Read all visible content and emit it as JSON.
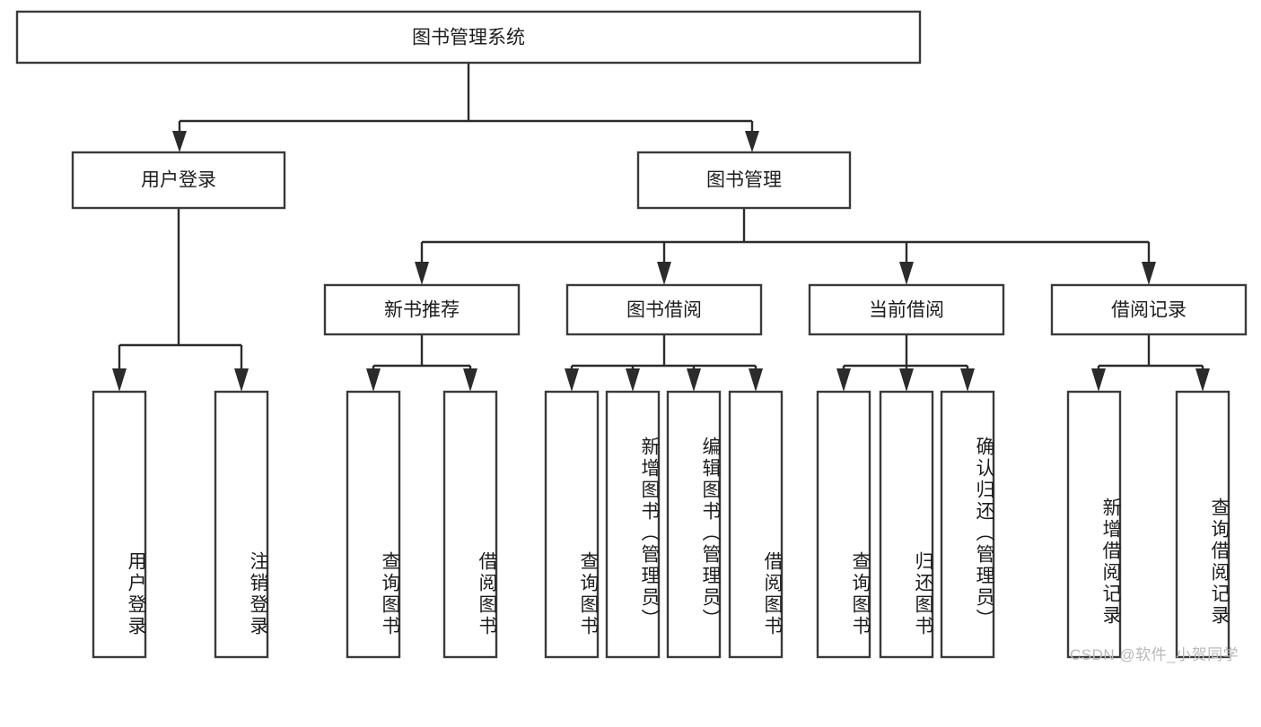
{
  "diagram": {
    "type": "tree-hierarchy",
    "title": "图书管理系统",
    "watermark": "CSDN @软件_小贺同学",
    "colors": {
      "box_stroke": "#3a3a3a",
      "box_fill": "#ffffff",
      "edge": "#2b2b2b",
      "text": "#1d1d1d",
      "watermark": "#b9b9b9",
      "background": "#ffffff"
    },
    "root": {
      "label": "图书管理系统"
    },
    "level2": [
      {
        "label": "用户登录"
      },
      {
        "label": "图书管理"
      }
    ],
    "level3": [
      {
        "label": "新书推荐"
      },
      {
        "label": "图书借阅"
      },
      {
        "label": "当前借阅"
      },
      {
        "label": "借阅记录"
      }
    ],
    "leaves": {
      "user_login": [
        {
          "label": "用户登录"
        },
        {
          "label": "注销登录"
        }
      ],
      "new_book_recommend": [
        {
          "label": "查询图书"
        },
        {
          "label": "借阅图书"
        }
      ],
      "book_borrow": [
        {
          "label": "查询图书"
        },
        {
          "label": "新增图书（管理员）"
        },
        {
          "label": "编辑图书（管理员）"
        },
        {
          "label": "借阅图书"
        }
      ],
      "current_borrow": [
        {
          "label": "查询图书"
        },
        {
          "label": "归还图书"
        },
        {
          "label": "确认归还（管理员）"
        }
      ],
      "borrow_record": [
        {
          "label": "新增借阅记录"
        },
        {
          "label": "查询借阅记录"
        }
      ]
    }
  }
}
